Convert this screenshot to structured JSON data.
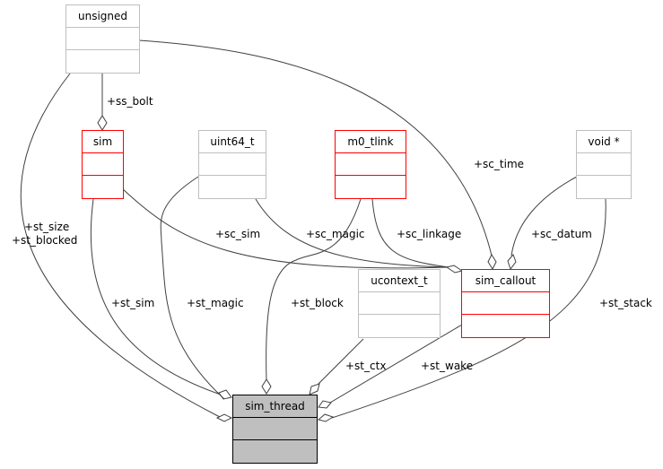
{
  "classes": {
    "unsigned": "unsigned",
    "sim": "sim",
    "uint64_t": "uint64_t",
    "m0_tlink": "m0_tlink",
    "void_ptr": "void *",
    "ucontext_t": "ucontext_t",
    "sim_callout": "sim_callout",
    "sim_thread": "sim_thread"
  },
  "edge_labels": {
    "ss_bolt": "+ss_bolt",
    "sc_time": "+sc_time",
    "st_size": "+st_size",
    "st_blocked": "+st_blocked",
    "sc_sim": "+sc_sim",
    "sc_magic": "+sc_magic",
    "sc_linkage": "+sc_linkage",
    "sc_datum": "+sc_datum",
    "st_sim": "+st_sim",
    "st_magic": "+st_magic",
    "st_block": "+st_block",
    "st_stack": "+st_stack",
    "st_ctx": "+st_ctx",
    "st_wake": "+st_wake"
  },
  "colors": {
    "edge": "#404040",
    "undocumented_border": "#bfbfbf",
    "documented_border": "#ff0000",
    "focus_fill": "#bfbfbf"
  }
}
